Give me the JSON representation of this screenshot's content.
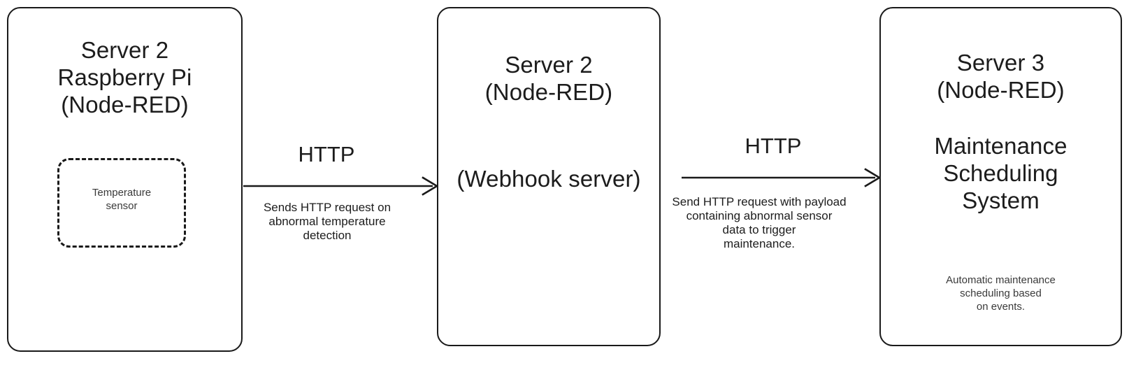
{
  "diagram": {
    "nodes": [
      {
        "id": "server2-pi",
        "title": "Server 2\nRaspberry Pi\n(Node-RED)",
        "inner": {
          "label": "Temperature\nsensor",
          "style": "dashed"
        }
      },
      {
        "id": "server2-webhook",
        "title": "Server 2\n(Node-RED)",
        "subtitle": "(Webhook server)"
      },
      {
        "id": "server3",
        "title": "Server 3\n(Node-RED)",
        "subtitle": "Maintenance\nScheduling\nSystem",
        "caption": "Automatic maintenance\nscheduling based\non events."
      }
    ],
    "edges": [
      {
        "id": "edge-1",
        "protocol": "HTTP",
        "description": "Sends HTTP request on\nabnormal temperature\ndetection",
        "from": "server2-pi",
        "to": "server2-webhook"
      },
      {
        "id": "edge-2",
        "protocol": "HTTP",
        "description": "Send HTTP request with payload\ncontaining abnormal sensor\ndata to trigger\nmaintenance.",
        "from": "server2-webhook",
        "to": "server3"
      }
    ],
    "colors": {
      "stroke": "#1a1a1a",
      "text": "#1c1c1c",
      "caption_text": "#3a3a3a",
      "background": "#ffffff"
    }
  }
}
